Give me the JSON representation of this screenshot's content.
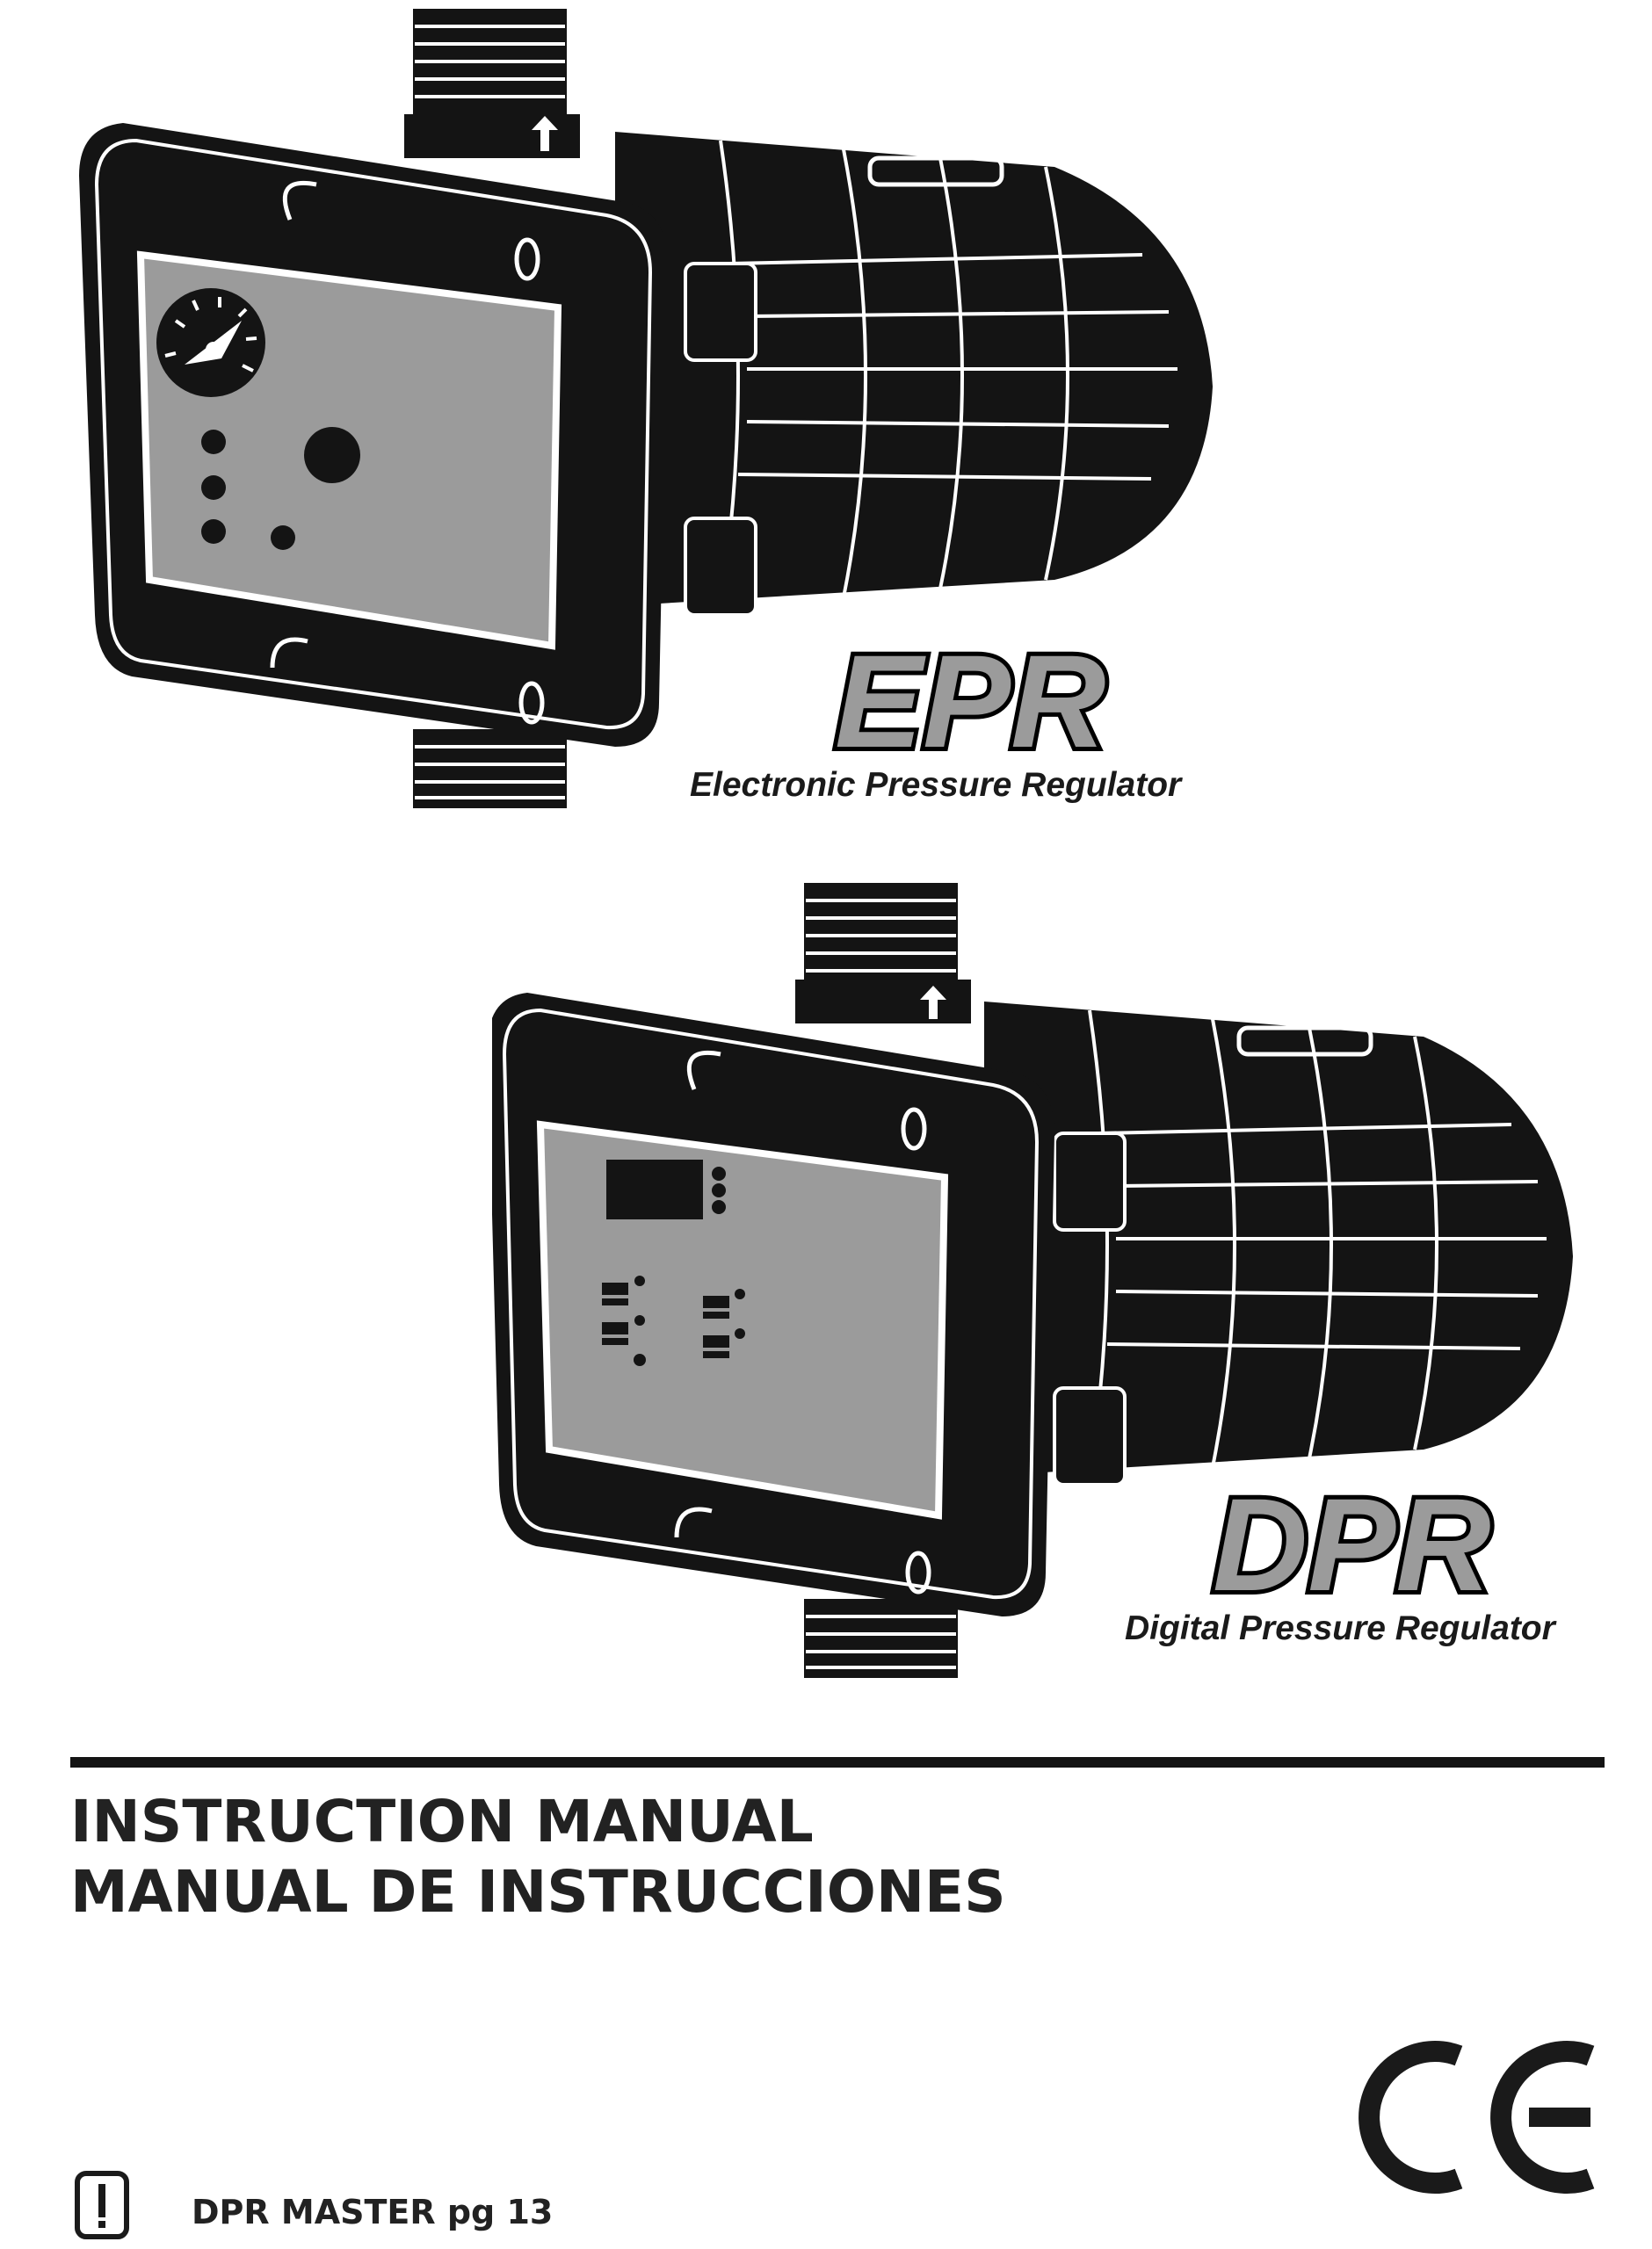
{
  "products": [
    {
      "logo": "EPR",
      "subtitle": "Electronic Pressure Regulator",
      "display": "analog-gauge"
    },
    {
      "logo": "DPR",
      "subtitle": "Digital Pressure Regulator",
      "display": "digital-display"
    }
  ],
  "title": {
    "line1": "INSTRUCTION MANUAL",
    "line2": "MANUAL DE INSTRUCCIONES"
  },
  "certification": "CE",
  "footer": {
    "icon": "warning-box-icon",
    "note": "DPR MASTER pg 13"
  },
  "colors": {
    "ink": "#141414",
    "panel": "#9b9b9b",
    "paper": "#ffffff"
  }
}
